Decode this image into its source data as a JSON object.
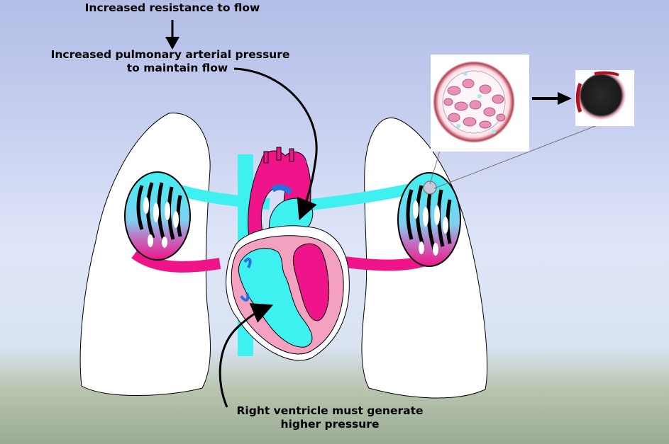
{
  "labels": {
    "resistance": "Increased resistance to flow",
    "pressure_line1": "Increased pulmonary arterial pressure",
    "pressure_line2": "to maintain flow",
    "ventricle_line1": "Right ventricle must generate",
    "ventricle_line2": "higher pressure"
  },
  "colors": {
    "deoxygenated": "#3ff0f0",
    "oxygenated": "#f0148a",
    "ventricle_wall": "#f4a0c0",
    "vein_dark_blue": "#2a6fe0",
    "occluded_vessel": "#1c1c1c",
    "red_cell": "#e890b8"
  },
  "icons": [
    "arrow-down-icon",
    "curved-arrow-icon",
    "right-arrow-icon"
  ]
}
